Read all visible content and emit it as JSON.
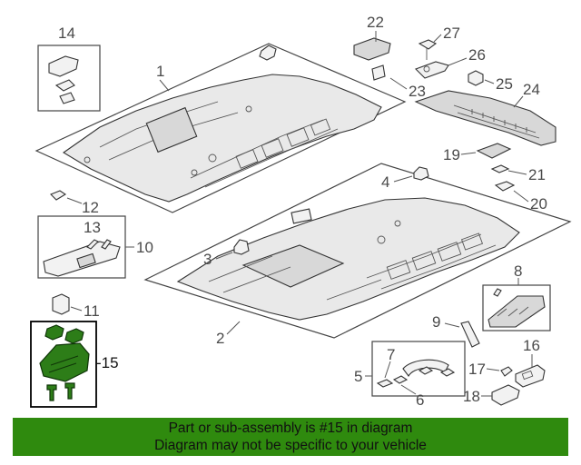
{
  "callouts": {
    "c1": "1",
    "c2": "2",
    "c3": "3",
    "c4": "4",
    "c5": "5",
    "c6": "6",
    "c7": "7",
    "c8": "8",
    "c9": "9",
    "c10": "10",
    "c11": "11",
    "c12": "12",
    "c13": "13",
    "c14": "14",
    "c15": "15",
    "c16": "16",
    "c17": "17",
    "c18": "18",
    "c19": "19",
    "c20": "20",
    "c21": "21",
    "c22": "22",
    "c23": "23",
    "c24": "24",
    "c25": "25",
    "c26": "26",
    "c27": "27"
  },
  "highlighted_callout": "-15",
  "highlight_color": "#2f8a0e",
  "footer": {
    "line1": "Part or sub-assembly is #15 in diagram",
    "line2": "Diagram may not be specific to your vehicle"
  }
}
